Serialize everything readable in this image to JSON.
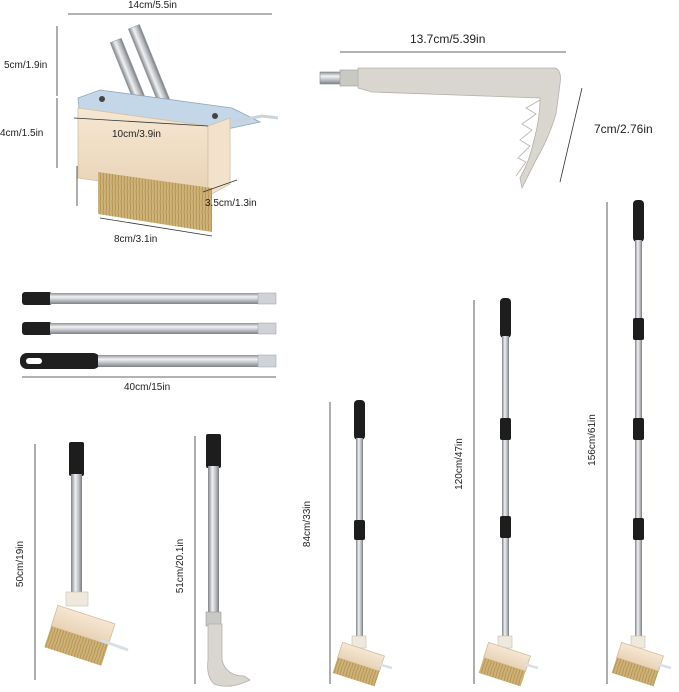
{
  "dimensions": {
    "brush_head_width": "14cm/5.5in",
    "handle_mount_height": "5cm/1.9in",
    "brush_block_height": "4cm/1.5in",
    "brush_plate_length": "10cm/3.9in",
    "bristle_length": "3.5cm/1.3in",
    "brush_base_width": "8cm/3.1in",
    "weeder_blade_length": "13.7cm/5.39in",
    "weeder_blade_height": "7cm/2.76in",
    "pole_section_length": "40cm/15in",
    "brush_short_length": "50cm/19in",
    "weeder_short_length": "51cm/20.1in",
    "brush_two_sections": "84cm/33in",
    "brush_three_sections": "120cm/47in",
    "brush_four_sections": "156cm/61in"
  },
  "colors": {
    "steel": "#b9bcc0",
    "grip": "#1d1d1d",
    "wood": "#efdcc3",
    "bristle": "#c9aa6c",
    "blade": "#d6d4cc",
    "line": "#333333"
  },
  "icons": [
    "wire-brush-head",
    "weeder-blade",
    "telescopic-pole",
    "scrub-brush-tool",
    "weeder-tool"
  ]
}
